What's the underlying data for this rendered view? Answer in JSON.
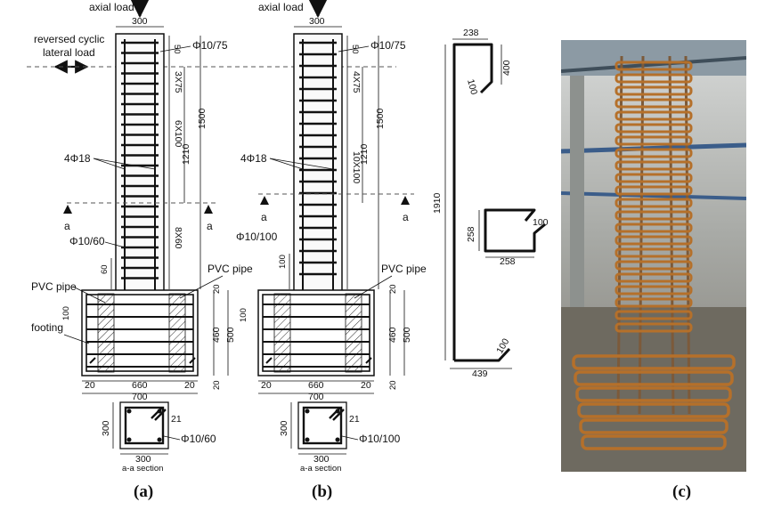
{
  "panel_a": {
    "caption": "(a)",
    "axial_load": "axial load",
    "top_width": "300",
    "reversed_cyclic": "reversed cyclic",
    "lateral_load": "lateral load",
    "dim_50": "50",
    "stirrup_top": "Φ10/75",
    "spacing_top": "3X75",
    "spacing_mid": "6X100",
    "spacing_bot": "8X60",
    "height_1500": "1500",
    "height_1210": "1210",
    "long_bars": "4Φ18",
    "section_mark": "a",
    "stirrup_bottom": "Φ10/60",
    "dim_60": "60",
    "pvc_pipe": "PVC pipe",
    "pvc_pipe_right": "PVC pipe",
    "footing": "footing",
    "dim_100": "100",
    "dim_20a": "20",
    "dim_460": "460",
    "dim_500": "500",
    "dim_20b": "20",
    "bottom_20_left": "20",
    "bottom_660": "660",
    "bottom_20_right": "20",
    "bottom_700": "700",
    "sec_300_side": "300",
    "sec_21": "21",
    "sec_stirrup": "Φ10/60",
    "sec_300_bottom": "300",
    "sec_label": "a-a section"
  },
  "panel_b": {
    "caption": "(b)",
    "axial_load": "axial load",
    "top_width": "300",
    "dim_50": "50",
    "stirrup_top": "Φ10/75",
    "spacing_top": "4X75",
    "spacing_mid": "10X100",
    "height_1500": "1500",
    "height_1210": "1210",
    "long_bars": "4Φ18",
    "section_mark": "a",
    "stirrup_mid": "Φ10/100",
    "dim_100": "100",
    "pvc_pipe": "PVC pipe",
    "dim_100b": "100",
    "dim_20a": "20",
    "dim_460": "460",
    "dim_500": "500",
    "dim_20b": "20",
    "bottom_20_left": "20",
    "bottom_660": "660",
    "bottom_20_right": "20",
    "bottom_700": "700",
    "sec_300_side": "300",
    "sec_21": "21",
    "sec_stirrup": "Φ10/100",
    "sec_300_bottom": "300",
    "sec_label": "a-a section"
  },
  "bar_detail": {
    "top_238": "238",
    "dim_400": "400",
    "hook_100_top": "100",
    "height_1910": "1910",
    "stirrup_258_side": "258",
    "stirrup_258_bottom": "258",
    "hook_100_stirrup": "100",
    "hook_100_bottom": "100",
    "bottom_439": "439"
  },
  "panel_c": {
    "caption": "(c)"
  }
}
